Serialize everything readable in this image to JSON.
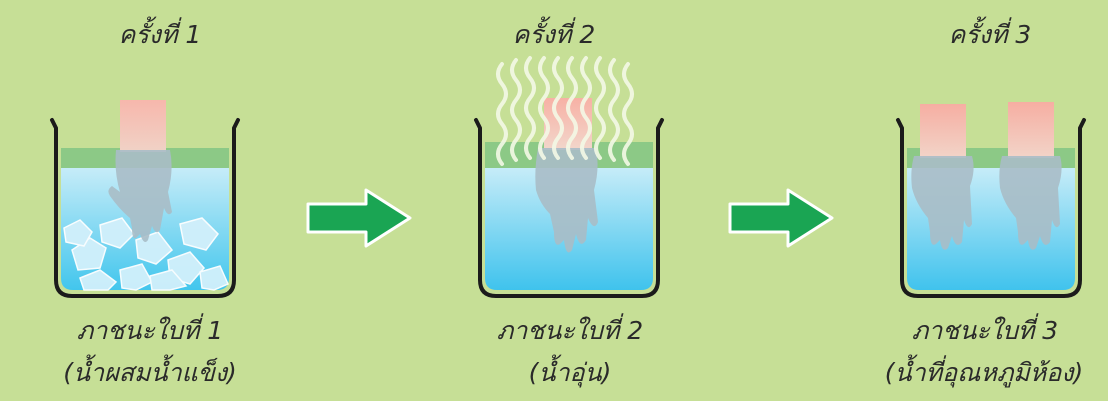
{
  "steps": [
    {
      "title": "ครั้งที่ 1",
      "container": "ภาชนะใบที่ 1",
      "contents": "(น้ำผสมน้ำแข็ง)"
    },
    {
      "title": "ครั้งที่ 2",
      "container": "ภาชนะใบที่ 2",
      "contents": "(น้ำอุ่น)"
    },
    {
      "title": "ครั้งที่ 3",
      "container": "ภาชนะใบที่ 3",
      "contents": "(น้ำที่อุณหภูมิห้อง)"
    }
  ],
  "colors": {
    "background": "#c6df96",
    "water_top": "#b9e6f6",
    "water_bottom": "#3ec4ec",
    "arrow": "#1aa553",
    "skin": "#f3aaa0",
    "steam": "#f4f9e6"
  }
}
